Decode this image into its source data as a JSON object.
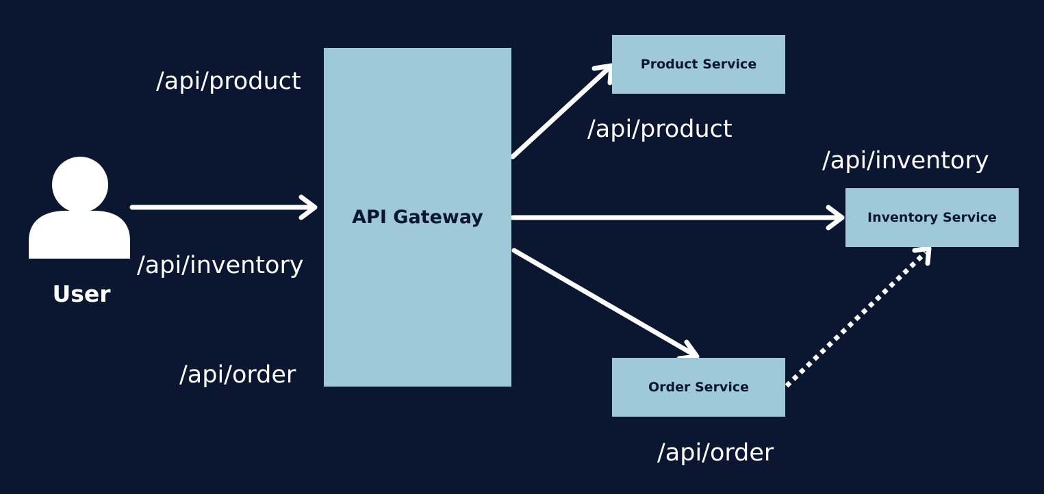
{
  "user": {
    "label": "User",
    "icon": "user-icon"
  },
  "gateway": {
    "label": "API Gateway"
  },
  "services": {
    "product": "Product Service",
    "inventory": "Inventory Service",
    "order": "Order Service"
  },
  "incoming_routes": {
    "product": "/api/product",
    "inventory": "/api/inventory",
    "order": "/api/order"
  },
  "outgoing_routes": {
    "product": "/api/product",
    "inventory": "/api/inventory",
    "order": "/api/order"
  },
  "colors": {
    "background": "#0b1730",
    "box_fill": "#9fc8d8",
    "box_text": "#0b1730",
    "foreground": "#ffffff"
  }
}
